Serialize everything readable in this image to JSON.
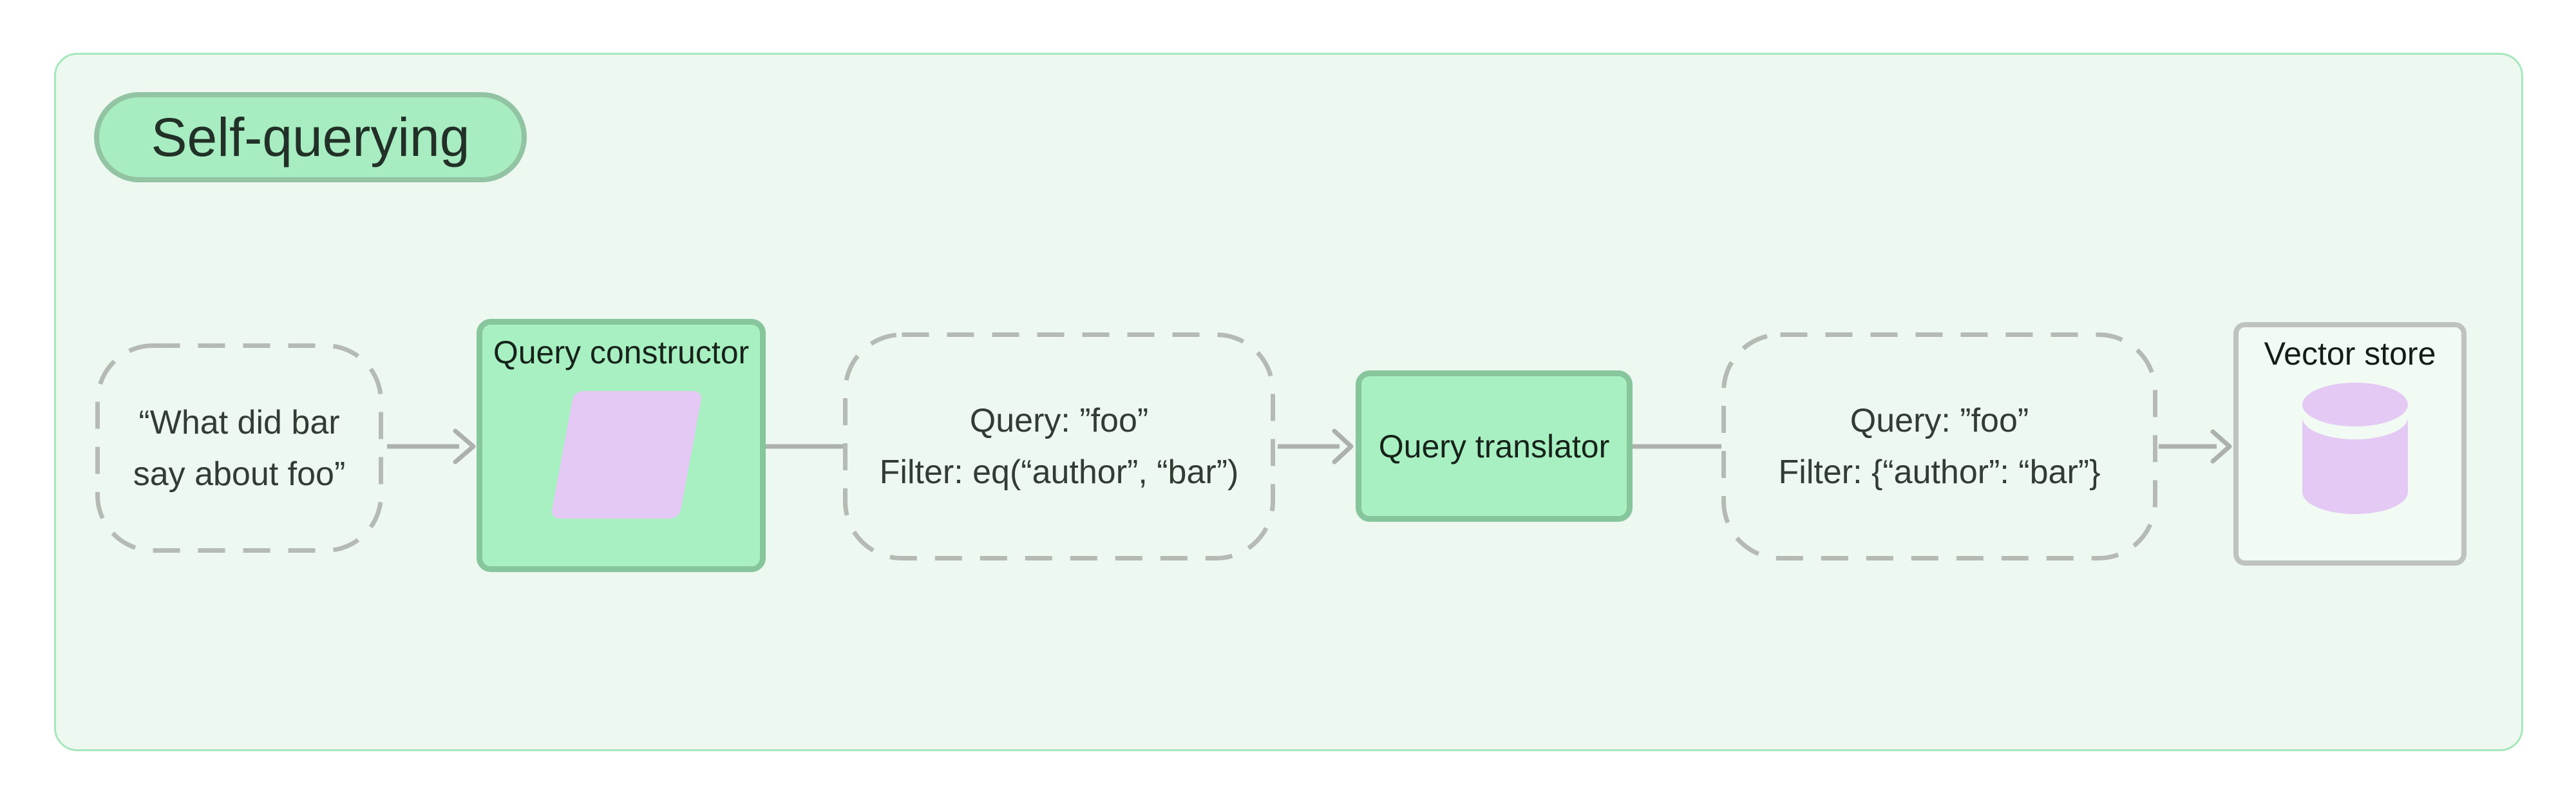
{
  "title": {
    "label": "Self-querying"
  },
  "nodes": {
    "user_query": {
      "line1": "“What did bar",
      "line2": "say about foo”"
    },
    "query_constructor": {
      "label": "Query constructor"
    },
    "constructed_query": {
      "line1": "Query: ”foo”",
      "line2": "Filter: eq(“author”, “bar”)"
    },
    "query_translator": {
      "label": "Query translator"
    },
    "translated_query": {
      "line1": "Query: ”foo”",
      "line2": "Filter: {“author”: “bar”}"
    },
    "vector_store": {
      "label": "Vector store"
    }
  },
  "icons": {
    "query_constructor": "parallelogram-icon",
    "vector_store": "database-cylinder-icon"
  },
  "colors": {
    "canvas_background": "#edf8f0",
    "canvas_border": "#a7e7bd",
    "green_node_fill": "#a8f0c1",
    "green_node_border": "#87c69c",
    "badge_fill": "#a8ecc1",
    "badge_border": "#92c3a2",
    "dashed_border": "#b5bab5",
    "connector_gray": "#adb1ad",
    "purple_shape": "#e4c9f5",
    "vector_store_border": "#bfc3bf",
    "text_dark": "#15231b",
    "text_dashed": "#323b35"
  }
}
